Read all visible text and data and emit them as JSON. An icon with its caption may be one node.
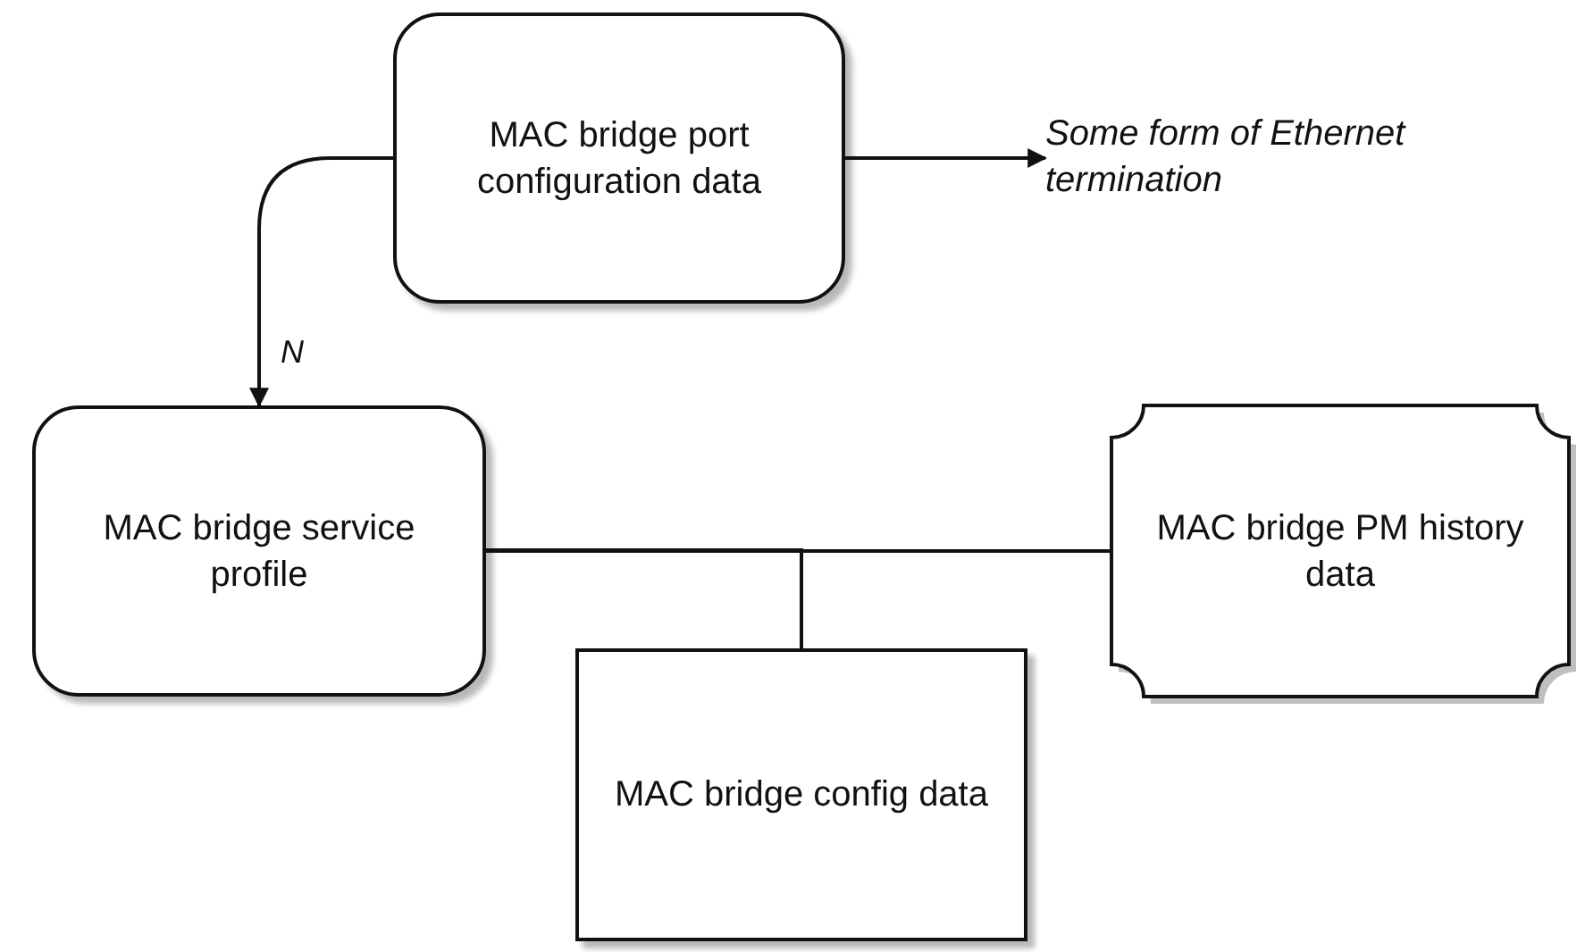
{
  "diagram": {
    "nodes": [
      {
        "text": [
          "MAC bridge port configuration data"
        ]
      },
      {
        "text": [
          "Some form of Ethernet termination"
        ]
      },
      {
        "text": [
          "MAC bridge service profile"
        ]
      },
      {
        "text": [
          "MAC bridge PM history data"
        ]
      },
      {
        "text": [
          "MAC bridge config data"
        ]
      }
    ],
    "edges": [
      {
        "from": 0,
        "to": 1,
        "arrow": "to"
      },
      {
        "from": 0,
        "to": 2,
        "arrow": "to",
        "label": "N"
      },
      {
        "from": 2,
        "to": 3,
        "arrow": "none"
      },
      {
        "from": 2,
        "to": 4,
        "arrow": "none"
      },
      {
        "from": 3,
        "to": 4,
        "arrow": "none"
      }
    ]
  }
}
